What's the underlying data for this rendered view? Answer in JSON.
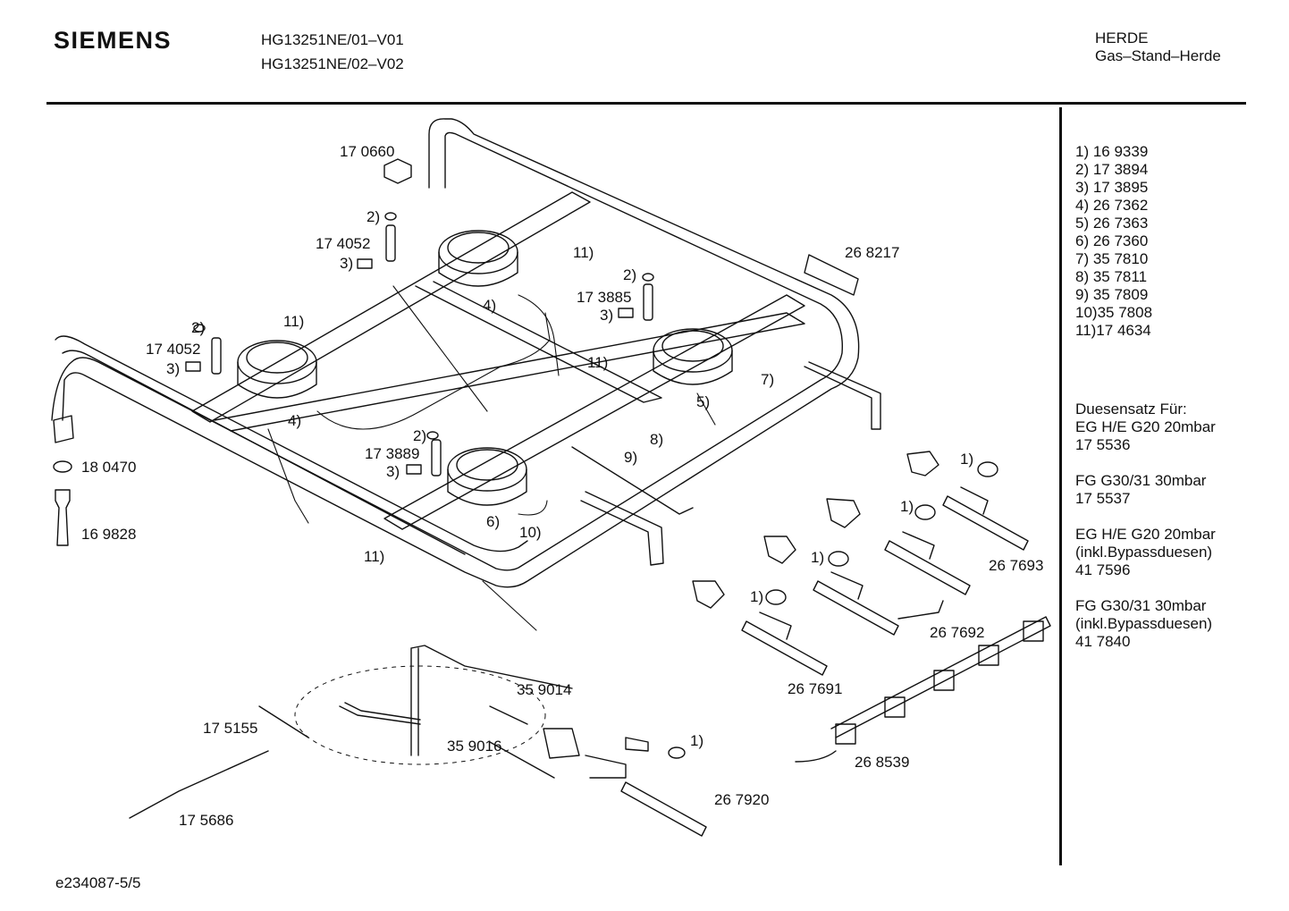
{
  "header": {
    "brand": "SIEMENS",
    "models": [
      "HG13251NE/01–V01",
      "HG13251NE/02–V02"
    ],
    "category": "HERDE",
    "subcategory": "Gas–Stand–Herde"
  },
  "part_list": [
    "1)  16 9339",
    "2)  17 3894",
    "3)  17 3895",
    "4)  26 7362",
    "5)  26 7363",
    "6)  26 7360",
    "7)  35 7810",
    "8)  35 7811",
    "9)  35 7809",
    "10)35 7808",
    "11)17 4634"
  ],
  "nozzle_sets": {
    "title": "Duesensatz Für:",
    "entries": [
      {
        "lines": [
          "EG H/E G20 20mbar",
          "17 5536"
        ]
      },
      {
        "lines": [
          "FG G30/31 30mbar",
          "17 5537"
        ]
      },
      {
        "lines": [
          "EG H/E G20 20mbar",
          "(inkl.Bypassduesen)",
          "41 7596"
        ]
      },
      {
        "lines": [
          "FG G30/31 30mbar",
          "(inkl.Bypassduesen)",
          "41 7840"
        ]
      }
    ]
  },
  "diagram_labels": {
    "p170660": "17 0660",
    "p2a": "2)",
    "p174052a": "17 4052",
    "p3a": "3)",
    "p11a": "11)",
    "p4a": "4)",
    "p268217": "26 8217",
    "p2b": "2)",
    "p173885": "17 3885",
    "p3b": "3)",
    "p2c": "2)",
    "p174052b": "17 4052",
    "p3c": "3)",
    "p11b": "11)",
    "p11c": "11)",
    "p5": "5)",
    "p7": "7)",
    "p4b": "4)",
    "p2d": "2)",
    "p173889": "17 3889",
    "p3d": "3)",
    "p8": "8)",
    "p9": "9)",
    "p180470": "18 0470",
    "p169828": "16 9828",
    "p6": "6)",
    "p10": "10)",
    "p11d": "11)",
    "p1a": "1)",
    "p1b": "1)",
    "p1c": "1)",
    "p1d": "1)",
    "p267693": "26 7693",
    "p267692": "26 7692",
    "p267691": "26 7691",
    "p359014": "35 9014",
    "p175155": "17 5155",
    "p359016": "35 9016",
    "p1e": "1)",
    "p268539": "26 8539",
    "p267920": "26 7920",
    "p175686": "17 5686"
  },
  "footer": {
    "doc_id": "e234087-5/5"
  }
}
